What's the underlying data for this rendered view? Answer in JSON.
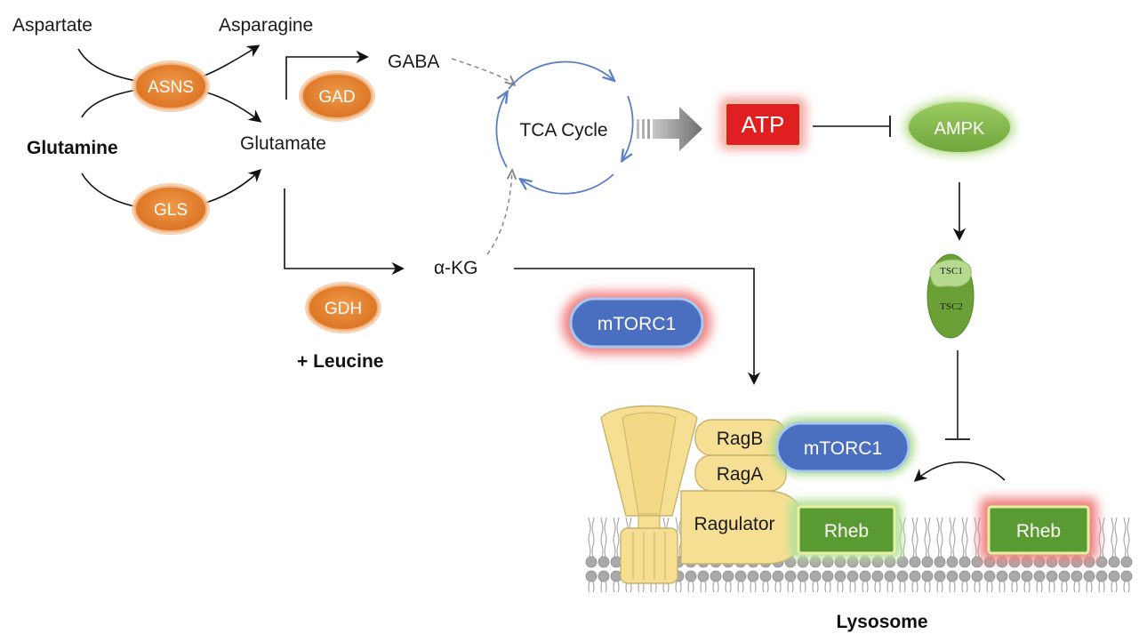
{
  "metabolites": {
    "aspartate": "Aspartate",
    "asparagine": "Asparagine",
    "glutamine": "Glutamine",
    "glutamate": "Glutamate",
    "gaba": "GABA",
    "akg": "α-KG"
  },
  "enzymes": {
    "asns": "ASNS",
    "gad": "GAD",
    "gls": "GLS",
    "gdh": "GDH"
  },
  "modifiers": {
    "leucine": "+ Leucine"
  },
  "cycle": {
    "tca": "TCA Cycle"
  },
  "signaling": {
    "atp": "ATP",
    "ampk": "AMPK",
    "tsc1": "TSC1",
    "tsc2": "TSC2",
    "mtorc1_free": "mTORC1",
    "mtorc1_bound": "mTORC1",
    "rheb_active": "Rheb",
    "rheb_inactive": "Rheb"
  },
  "complex": {
    "ragb": "RagB",
    "raga": "RagA",
    "ragulator": "Ragulator"
  },
  "compartment": {
    "lysosome": "Lysosome"
  },
  "colors": {
    "enzyme_orange": "#e07b2e",
    "atp_red": "#e02020",
    "ampk_green": "#7cb342",
    "mtorc1_blue": "#4a6fc0",
    "rheb_green": "#5a9a32",
    "rag_yellow": "#f6df93",
    "cycle_blue": "#5b7fc4"
  }
}
